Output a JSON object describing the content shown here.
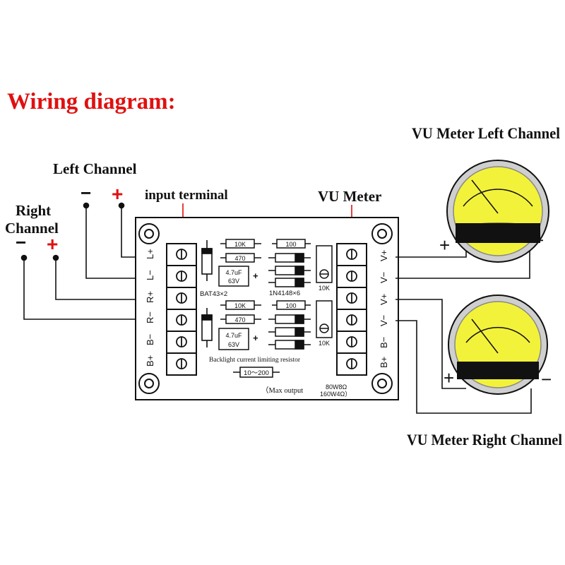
{
  "title": "Wiring diagram:",
  "colors": {
    "title": "#e01010",
    "arrow": "#e01010",
    "plus": "#e01010",
    "meter_face": "#f3f23a",
    "meter_ring": "#c9c9c9",
    "ink": "#111111"
  },
  "labels": {
    "left_channel": "Left Channel",
    "right_channel_1": "Right",
    "right_channel_2": "Channel",
    "input_terminal": "input terminal",
    "vu_meter": "VU Meter",
    "vu_left": "VU Meter Left Channel",
    "vu_right": "VU Meter Right Channel",
    "minus": "−",
    "plus": "+"
  },
  "board": {
    "left_pins": [
      "L+",
      "L−",
      "R+",
      "R−",
      "B−",
      "B+"
    ],
    "right_pins": [
      "V+",
      "V−",
      "V+",
      "V−",
      "B−",
      "B+"
    ],
    "resistors_top": [
      "10K",
      "470"
    ],
    "resistors_bottom": [
      "10K",
      "470"
    ],
    "resistor_100_top": "100",
    "resistor_100_bottom": "100",
    "cap_value": "4.7uF",
    "cap_voltage": "63V",
    "bat43": "BAT43×2",
    "in4148": "1N4148×6",
    "pot": "10K",
    "backlight": "Backlight current limiting resistor",
    "backlight_resistor": "10～200",
    "max_output": "（Max output",
    "power_1": "80W8Ω",
    "power_2": "160W4Ω）"
  }
}
